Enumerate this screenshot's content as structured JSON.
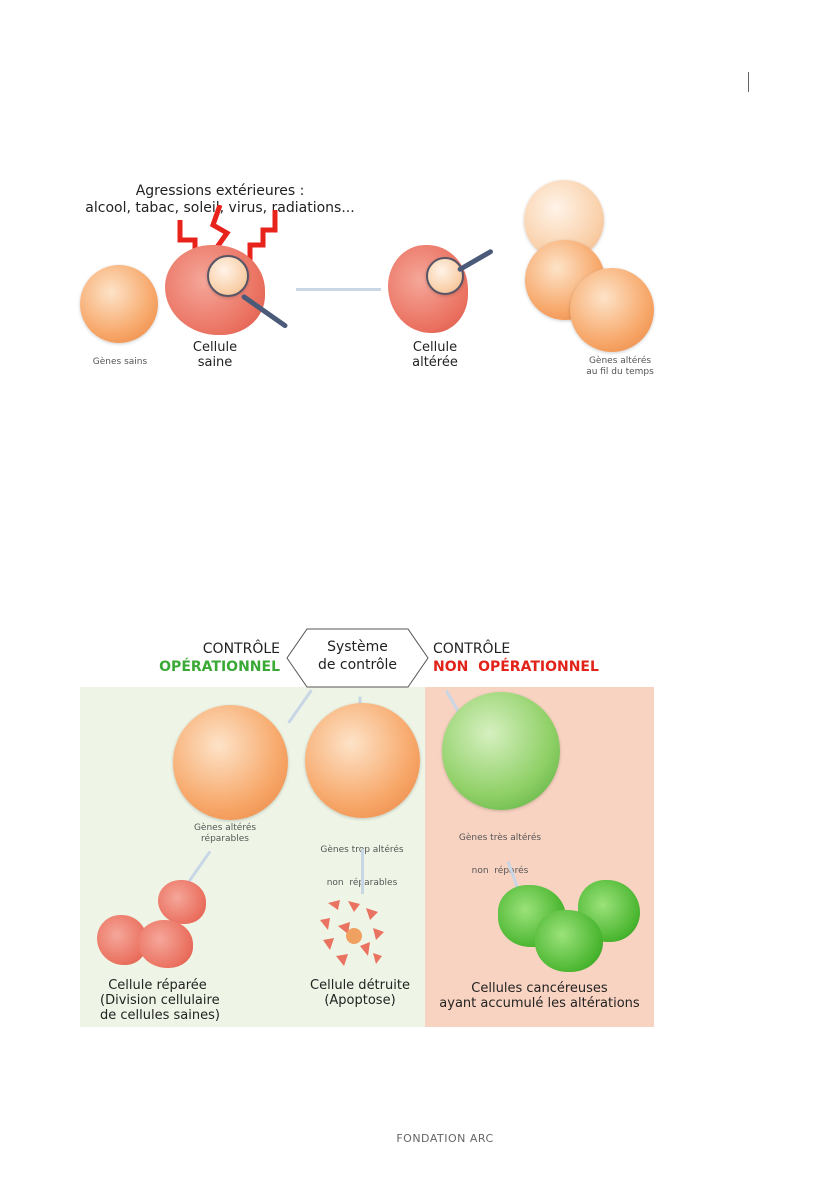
{
  "fig1": {
    "title_line1": "Agressions extérieures :",
    "title_line2": "alcool, tabac, soleil, virus, radiations...",
    "healthy_genes": "Gènes sains",
    "healthy_cell": [
      "Cellule",
      "saine"
    ],
    "altered_cell": [
      "Cellule",
      "altérée"
    ],
    "altered_genes": [
      "Gènes altérés",
      "au fil du temps"
    ]
  },
  "fig2": {
    "left_header": [
      "CONTRÔLE",
      "OPÉRATIONNEL"
    ],
    "center_box": [
      "Système",
      "de contrôle"
    ],
    "right_header": [
      "CONTRÔLE",
      "NON  OPÉRATIONNEL"
    ],
    "col1_genes": [
      "Gènes altérés",
      "réparables"
    ],
    "col2_genes": [
      "Gènes trop altérés",
      "non  réparables"
    ],
    "col3_genes": [
      "Gènes très altérés",
      "non  réparés"
    ],
    "col1_result": [
      "Cellule réparée",
      "(Division cellulaire",
      "de cellules saines)"
    ],
    "col2_result": [
      "Cellule détruite",
      "(Apoptose)"
    ],
    "col3_result": [
      "Cellules cancéreuses",
      "ayant accumulé les altérations"
    ],
    "colors": {
      "green": "#3aa935",
      "red": "#e2231a",
      "green_bg": "#eef5e6",
      "red_bg": "#f9d3c2"
    }
  },
  "footer": {
    "brand": "FONDATION ARC"
  }
}
